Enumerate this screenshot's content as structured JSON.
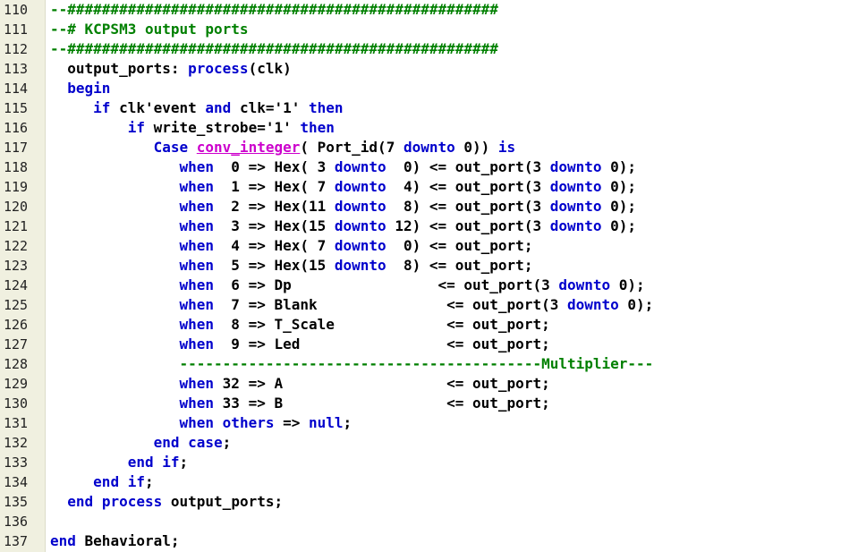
{
  "editor": {
    "lines": [
      {
        "num": "110",
        "tokens": [
          {
            "t": "--##################################################",
            "c": "c"
          }
        ]
      },
      {
        "num": "111",
        "tokens": [
          {
            "t": "--# KCPSM3 output ports",
            "c": "c"
          }
        ]
      },
      {
        "num": "112",
        "tokens": [
          {
            "t": "--##################################################",
            "c": "c"
          }
        ]
      },
      {
        "num": "113",
        "tokens": [
          {
            "t": "  output_ports: ",
            "c": "n"
          },
          {
            "t": "process",
            "c": "k"
          },
          {
            "t": "(clk)",
            "c": "n"
          }
        ]
      },
      {
        "num": "114",
        "tokens": [
          {
            "t": "  ",
            "c": "n"
          },
          {
            "t": "begin",
            "c": "k"
          }
        ]
      },
      {
        "num": "115",
        "tokens": [
          {
            "t": "     ",
            "c": "n"
          },
          {
            "t": "if",
            "c": "k"
          },
          {
            "t": " clk'event ",
            "c": "n"
          },
          {
            "t": "and",
            "c": "k"
          },
          {
            "t": " clk='1' ",
            "c": "n"
          },
          {
            "t": "then",
            "c": "k"
          }
        ]
      },
      {
        "num": "116",
        "tokens": [
          {
            "t": "         ",
            "c": "n"
          },
          {
            "t": "if",
            "c": "k"
          },
          {
            "t": " write_strobe='1' ",
            "c": "n"
          },
          {
            "t": "then",
            "c": "k"
          }
        ]
      },
      {
        "num": "117",
        "tokens": [
          {
            "t": "            ",
            "c": "n"
          },
          {
            "t": "Case",
            "c": "k"
          },
          {
            "t": " ",
            "c": "n"
          },
          {
            "t": "conv_integer",
            "c": "f"
          },
          {
            "t": "( Port_id(7 ",
            "c": "n"
          },
          {
            "t": "downto",
            "c": "k"
          },
          {
            "t": " 0)) ",
            "c": "n"
          },
          {
            "t": "is",
            "c": "k"
          }
        ]
      },
      {
        "num": "118",
        "tokens": [
          {
            "t": "               ",
            "c": "n"
          },
          {
            "t": "when",
            "c": "k"
          },
          {
            "t": "  0 => Hex( 3 ",
            "c": "n"
          },
          {
            "t": "downto",
            "c": "k"
          },
          {
            "t": "  0) <= out_port(3 ",
            "c": "n"
          },
          {
            "t": "downto",
            "c": "k"
          },
          {
            "t": " 0);",
            "c": "n"
          }
        ]
      },
      {
        "num": "119",
        "tokens": [
          {
            "t": "               ",
            "c": "n"
          },
          {
            "t": "when",
            "c": "k"
          },
          {
            "t": "  1 => Hex( 7 ",
            "c": "n"
          },
          {
            "t": "downto",
            "c": "k"
          },
          {
            "t": "  4) <= out_port(3 ",
            "c": "n"
          },
          {
            "t": "downto",
            "c": "k"
          },
          {
            "t": " 0);",
            "c": "n"
          }
        ]
      },
      {
        "num": "120",
        "tokens": [
          {
            "t": "               ",
            "c": "n"
          },
          {
            "t": "when",
            "c": "k"
          },
          {
            "t": "  2 => Hex(11 ",
            "c": "n"
          },
          {
            "t": "downto",
            "c": "k"
          },
          {
            "t": "  8) <= out_port(3 ",
            "c": "n"
          },
          {
            "t": "downto",
            "c": "k"
          },
          {
            "t": " 0);",
            "c": "n"
          }
        ]
      },
      {
        "num": "121",
        "tokens": [
          {
            "t": "               ",
            "c": "n"
          },
          {
            "t": "when",
            "c": "k"
          },
          {
            "t": "  3 => Hex(15 ",
            "c": "n"
          },
          {
            "t": "downto",
            "c": "k"
          },
          {
            "t": " 12) <= out_port(3 ",
            "c": "n"
          },
          {
            "t": "downto",
            "c": "k"
          },
          {
            "t": " 0);",
            "c": "n"
          }
        ]
      },
      {
        "num": "122",
        "tokens": [
          {
            "t": "               ",
            "c": "n"
          },
          {
            "t": "when",
            "c": "k"
          },
          {
            "t": "  4 => Hex( 7 ",
            "c": "n"
          },
          {
            "t": "downto",
            "c": "k"
          },
          {
            "t": "  0) <= out_port;",
            "c": "n"
          }
        ]
      },
      {
        "num": "123",
        "tokens": [
          {
            "t": "               ",
            "c": "n"
          },
          {
            "t": "when",
            "c": "k"
          },
          {
            "t": "  5 => Hex(15 ",
            "c": "n"
          },
          {
            "t": "downto",
            "c": "k"
          },
          {
            "t": "  8) <= out_port;",
            "c": "n"
          }
        ]
      },
      {
        "num": "124",
        "tokens": [
          {
            "t": "               ",
            "c": "n"
          },
          {
            "t": "when",
            "c": "k"
          },
          {
            "t": "  6 => Dp                 <= out_port(3 ",
            "c": "n"
          },
          {
            "t": "downto",
            "c": "k"
          },
          {
            "t": " 0);",
            "c": "n"
          }
        ]
      },
      {
        "num": "125",
        "tokens": [
          {
            "t": "               ",
            "c": "n"
          },
          {
            "t": "when",
            "c": "k"
          },
          {
            "t": "  7 => Blank               <= out_port(3 ",
            "c": "n"
          },
          {
            "t": "downto",
            "c": "k"
          },
          {
            "t": " 0);",
            "c": "n"
          }
        ]
      },
      {
        "num": "126",
        "tokens": [
          {
            "t": "               ",
            "c": "n"
          },
          {
            "t": "when",
            "c": "k"
          },
          {
            "t": "  8 => T_Scale             <= out_port;",
            "c": "n"
          }
        ]
      },
      {
        "num": "127",
        "tokens": [
          {
            "t": "               ",
            "c": "n"
          },
          {
            "t": "when",
            "c": "k"
          },
          {
            "t": "  9 => Led                 <= out_port;",
            "c": "n"
          }
        ]
      },
      {
        "num": "128",
        "tokens": [
          {
            "t": "               ",
            "c": "n"
          },
          {
            "t": "------------------------------------------Multiplier---",
            "c": "c"
          }
        ]
      },
      {
        "num": "129",
        "tokens": [
          {
            "t": "               ",
            "c": "n"
          },
          {
            "t": "when",
            "c": "k"
          },
          {
            "t": " 32 => A                   <= out_port;",
            "c": "n"
          }
        ]
      },
      {
        "num": "130",
        "tokens": [
          {
            "t": "               ",
            "c": "n"
          },
          {
            "t": "when",
            "c": "k"
          },
          {
            "t": " 33 => B                   <= out_port;",
            "c": "n"
          }
        ]
      },
      {
        "num": "131",
        "tokens": [
          {
            "t": "               ",
            "c": "n"
          },
          {
            "t": "when",
            "c": "k"
          },
          {
            "t": " ",
            "c": "n"
          },
          {
            "t": "others",
            "c": "k"
          },
          {
            "t": " => ",
            "c": "n"
          },
          {
            "t": "null",
            "c": "k"
          },
          {
            "t": ";",
            "c": "n"
          }
        ]
      },
      {
        "num": "132",
        "tokens": [
          {
            "t": "            ",
            "c": "n"
          },
          {
            "t": "end",
            "c": "k"
          },
          {
            "t": " ",
            "c": "n"
          },
          {
            "t": "case",
            "c": "k"
          },
          {
            "t": ";",
            "c": "n"
          }
        ]
      },
      {
        "num": "133",
        "tokens": [
          {
            "t": "         ",
            "c": "n"
          },
          {
            "t": "end",
            "c": "k"
          },
          {
            "t": " ",
            "c": "n"
          },
          {
            "t": "if",
            "c": "k"
          },
          {
            "t": ";",
            "c": "n"
          }
        ]
      },
      {
        "num": "134",
        "tokens": [
          {
            "t": "     ",
            "c": "n"
          },
          {
            "t": "end",
            "c": "k"
          },
          {
            "t": " ",
            "c": "n"
          },
          {
            "t": "if",
            "c": "k"
          },
          {
            "t": ";",
            "c": "n"
          }
        ]
      },
      {
        "num": "135",
        "tokens": [
          {
            "t": "  ",
            "c": "n"
          },
          {
            "t": "end",
            "c": "k"
          },
          {
            "t": " ",
            "c": "n"
          },
          {
            "t": "process",
            "c": "k"
          },
          {
            "t": " output_ports;",
            "c": "n"
          }
        ]
      },
      {
        "num": "136",
        "tokens": [
          {
            "t": "",
            "c": "n"
          }
        ]
      },
      {
        "num": "137",
        "tokens": [
          {
            "t": "end",
            "c": "k"
          },
          {
            "t": " Behavioral;",
            "c": "n"
          }
        ]
      }
    ]
  },
  "colors": {
    "keyword": "#0000cc",
    "function": "#cc00cc",
    "comment": "#008000",
    "text": "#000000",
    "gutter": "#f0f0e0"
  }
}
